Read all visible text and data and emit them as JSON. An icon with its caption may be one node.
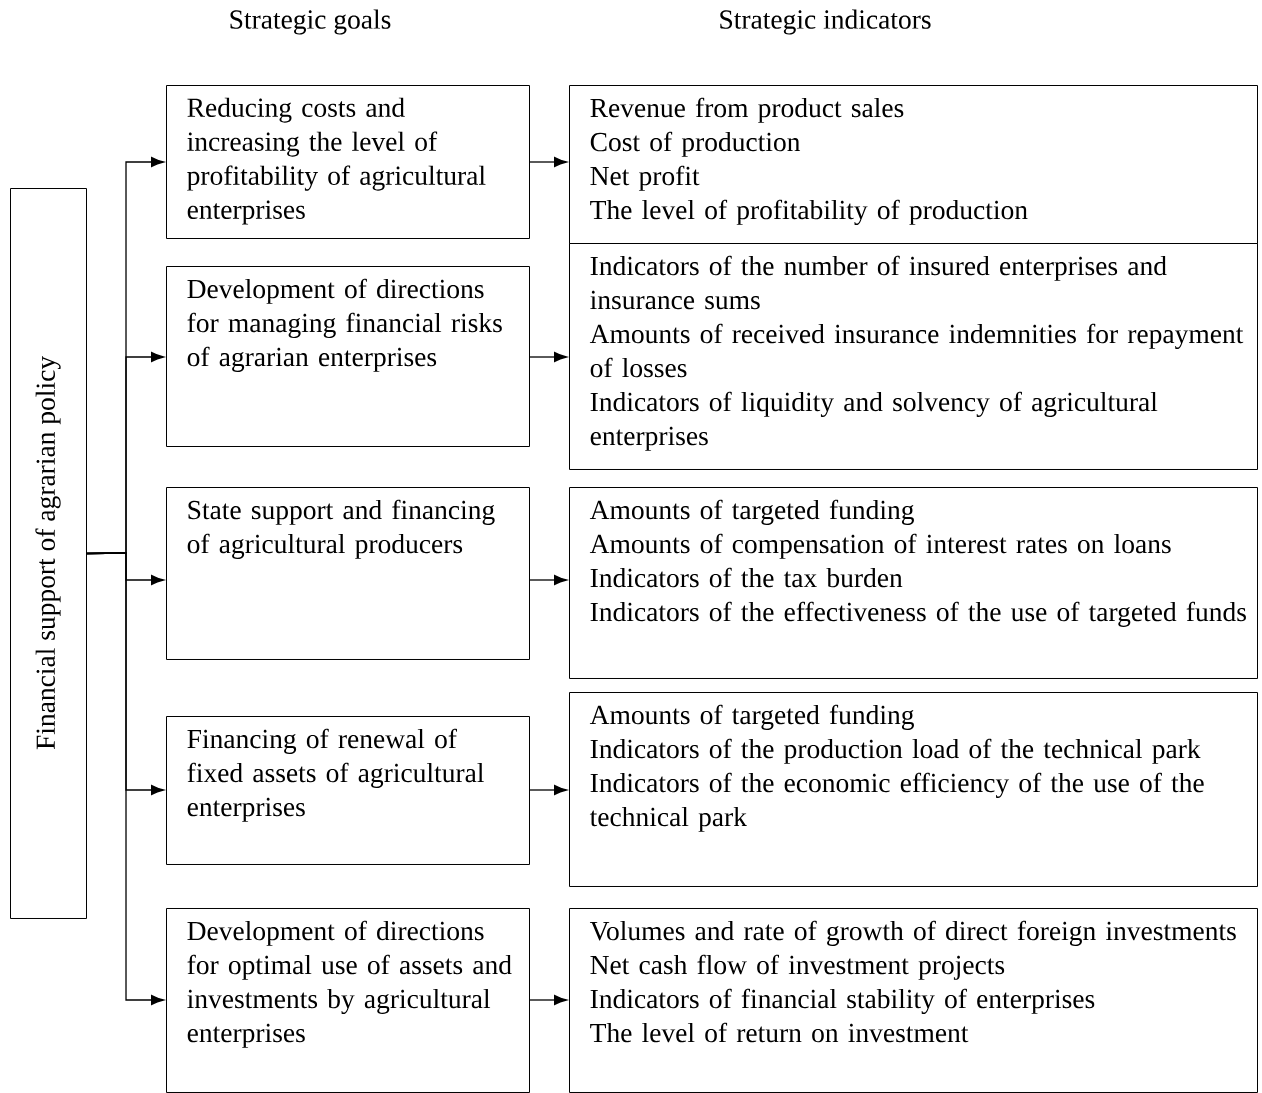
{
  "diagram": {
    "nodes": [
      {
        "text": [
          "Financial support of agrarian policy"
        ]
      },
      {
        "text": [
          "Reducing costs and increasing the level of profitability of agricultural enterprises"
        ]
      },
      {
        "text": [
          "Development of directions for managing financial risks of agrarian enterprises"
        ]
      },
      {
        "text": [
          "State support and financing of agricultural producers"
        ]
      },
      {
        "text": [
          "Financing of renewal of fixed assets of agricultural enterprises"
        ]
      },
      {
        "text": [
          "Development of directions for optimal use of assets and investments by agricultural enterprises"
        ]
      },
      {
        "text": [
          "Revenue from product sales",
          "Cost of production",
          "Net profit",
          "The level of profitability of production"
        ]
      },
      {
        "text": [
          "Indicators of the number of insured enterprises and insurance sums",
          "Amounts of received insurance indemnities for repayment of losses",
          "Indicators of liquidity and solvency of agricultural enterprises"
        ]
      },
      {
        "text": [
          "Amounts of targeted funding",
          "Amounts of compensation of interest rates on loans",
          "Indicators of the tax burden",
          "Indicators of the effectiveness of the use of targeted funds"
        ]
      },
      {
        "text": [
          "Amounts of targeted funding",
          "Indicators of the production load of the technical park",
          "Indicators of the economic efficiency of the use of the technical park"
        ]
      },
      {
        "text": [
          "Volumes and rate of growth of direct foreign investments",
          "Net cash flow of investment projects",
          "Indicators of financial stability of enterprises",
          "The level of return on investment"
        ]
      }
    ],
    "edges": [
      {
        "from": 0,
        "to": 1,
        "arrow": "to"
      },
      {
        "from": 0,
        "to": 2,
        "arrow": "to"
      },
      {
        "from": 0,
        "to": 3,
        "arrow": "to"
      },
      {
        "from": 0,
        "to": 4,
        "arrow": "to"
      },
      {
        "from": 0,
        "to": 5,
        "arrow": "to"
      },
      {
        "from": 1,
        "to": 6,
        "arrow": "to"
      },
      {
        "from": 2,
        "to": 7,
        "arrow": "to"
      },
      {
        "from": 3,
        "to": 8,
        "arrow": "to"
      },
      {
        "from": 4,
        "to": 9,
        "arrow": "to"
      },
      {
        "from": 5,
        "to": 10,
        "arrow": "to"
      }
    ],
    "labels": [
      "Strategic goals",
      "Strategic indicators"
    ]
  }
}
